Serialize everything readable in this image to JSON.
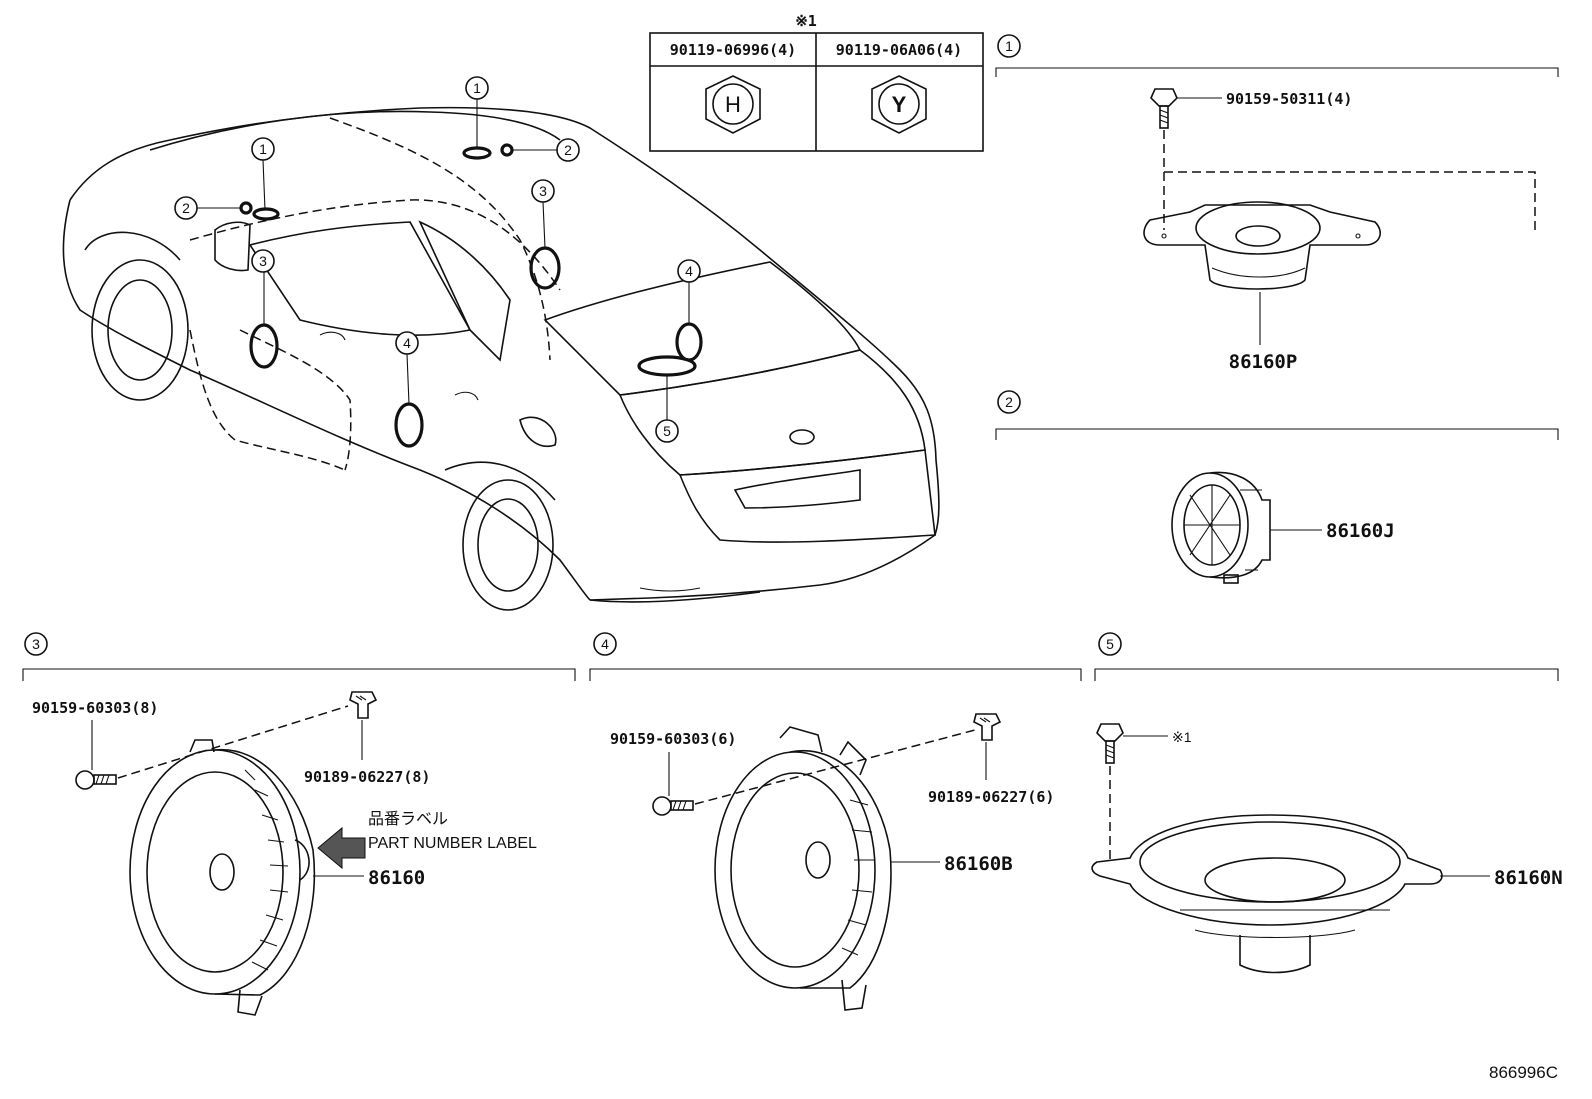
{
  "callout_markers": [
    "1",
    "2",
    "3",
    "4",
    "5"
  ],
  "note_symbol": "※1",
  "nut_table": {
    "header_note": "※1",
    "col1_part": "90119-06996(4)",
    "col2_part": "90119-06A06(4)",
    "col1_glyph": "H",
    "col2_glyph": "Y"
  },
  "section1": {
    "number": "1",
    "screw_part": "90159-50311(4)",
    "speaker_part": "86160P"
  },
  "section2": {
    "number": "2",
    "speaker_part": "86160J"
  },
  "section3": {
    "number": "3",
    "screw_part": "90159-60303(8)",
    "clip_part": "90189-06227(8)",
    "label_jp": "品番ラベル",
    "label_en": "PART NUMBER LABEL",
    "speaker_part": "86160"
  },
  "section4": {
    "number": "4",
    "screw_part": "90159-60303(6)",
    "clip_part": "90189-06227(6)",
    "speaker_part": "86160B"
  },
  "section5": {
    "number": "5",
    "note_ref": "※1",
    "speaker_part": "86160N"
  },
  "diagram_code": "866996C"
}
